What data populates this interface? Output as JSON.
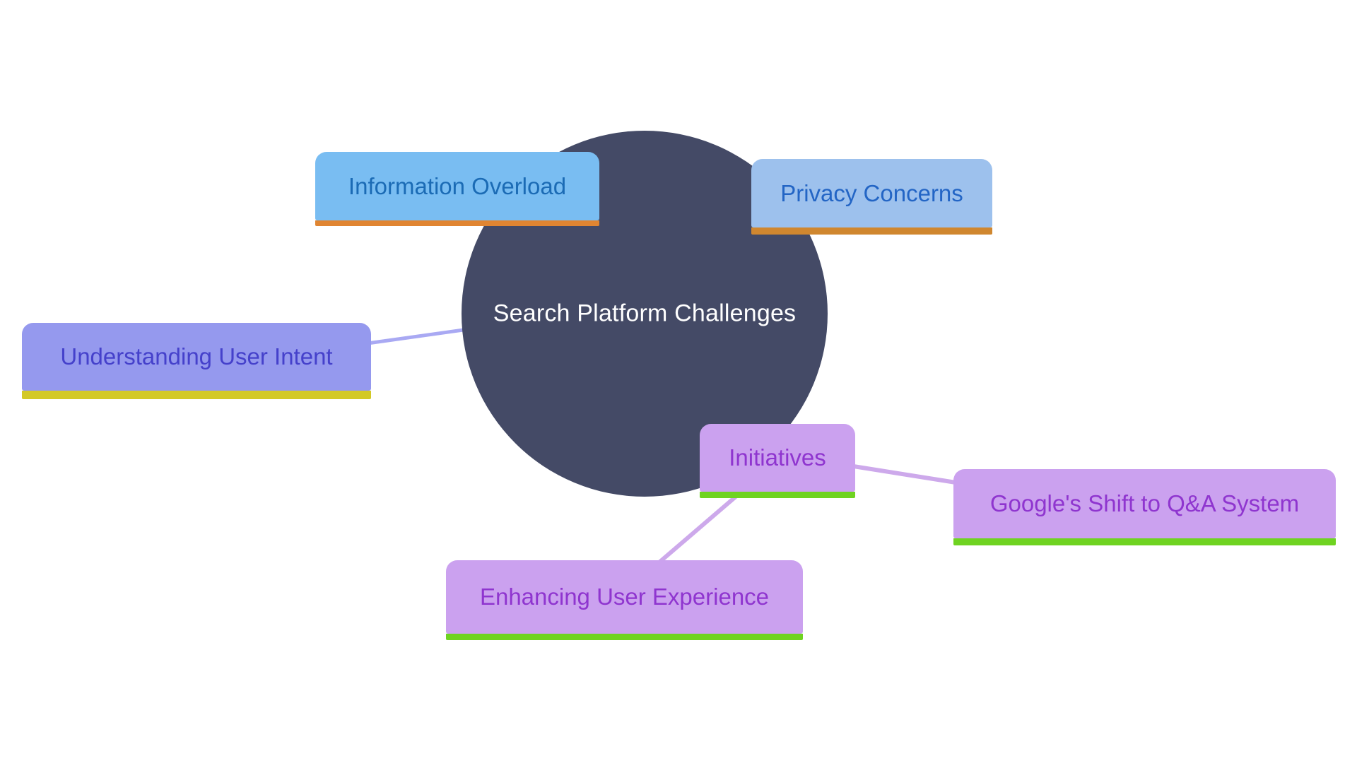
{
  "diagram": {
    "background": "#FFFFFF",
    "title": "Search Platform Challenges",
    "center_node": {
      "label": "Search Platform Challenges",
      "shape": "circle",
      "fill": "#444A66",
      "text_color": "#FFFFFF"
    },
    "nodes": [
      {
        "id": "information-overload",
        "label": "Information Overload",
        "fill": "#79BDF2",
        "text_color": "#1B6BB5",
        "underline_color": "#E08532"
      },
      {
        "id": "privacy-concerns",
        "label": "Privacy Concerns",
        "fill": "#9DC1ED",
        "text_color": "#2365C5",
        "underline_color": "#D0872F"
      },
      {
        "id": "understanding-user-intent",
        "label": "Understanding User Intent",
        "fill": "#9599EE",
        "text_color": "#4541CB",
        "underline_color": "#D3C926"
      },
      {
        "id": "initiatives",
        "label": "Initiatives",
        "fill": "#CBA1EF",
        "text_color": "#8F35CF",
        "underline_color": "#6FD321"
      },
      {
        "id": "google-shift-qa",
        "label": "Google's Shift to Q&A System",
        "fill": "#CBA1EF",
        "text_color": "#8F35CF",
        "underline_color": "#6FD321"
      },
      {
        "id": "enhancing-user-experience",
        "label": "Enhancing User Experience",
        "fill": "#CBA1EF",
        "text_color": "#8F35CF",
        "underline_color": "#6FD321"
      }
    ],
    "connectors": [
      {
        "from": "center",
        "to": "understanding-user-intent",
        "color": "#A9A9F3"
      },
      {
        "from": "initiatives",
        "to": "google-shift-qa",
        "color": "#CDA9EB"
      },
      {
        "from": "initiatives",
        "to": "enhancing-user-experience",
        "color": "#CDA9EB"
      }
    ]
  }
}
